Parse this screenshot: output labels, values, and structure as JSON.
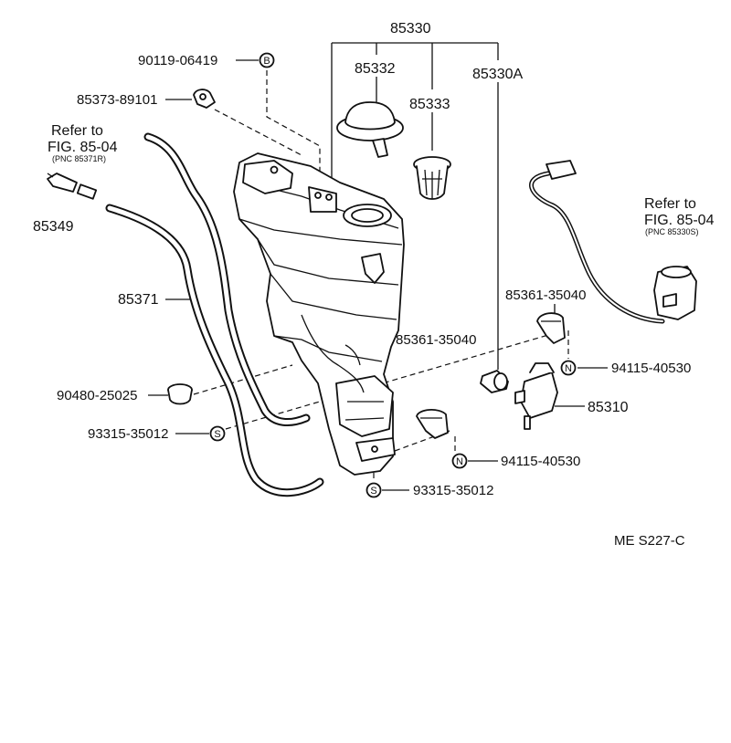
{
  "part_labels": {
    "assy_85330": "85330",
    "cap_85332": "85332",
    "strainer_85333": "85333",
    "inlet_85330a": "85330A",
    "bolt_90119": "90119-06419",
    "clamp_85373": "85373-89101",
    "nozzle_85349": "85349",
    "hose_85371": "85371",
    "grommet_90480": "90480-25025",
    "screw_93315_left": "93315-35012",
    "screw_93315_bottom": "93315-35012",
    "bracket_85361_upper": "85361-35040",
    "bracket_85361_center": "85361-35040",
    "nut_94115_upper": "94115-40530",
    "nut_94115_lower": "94115-40530",
    "pump_85310": "85310"
  },
  "refer_left": {
    "line1": "Refer to",
    "line2": "FIG. 85-04",
    "line3": "(PNC 85371R)"
  },
  "refer_right": {
    "line1": "Refer to",
    "line2": "FIG. 85-04",
    "line3": "(PNC 85330S)"
  },
  "callout_symbols": {
    "bolt": "B",
    "screw": "S",
    "nut": "N"
  },
  "footer_code": "ME  S227-C"
}
